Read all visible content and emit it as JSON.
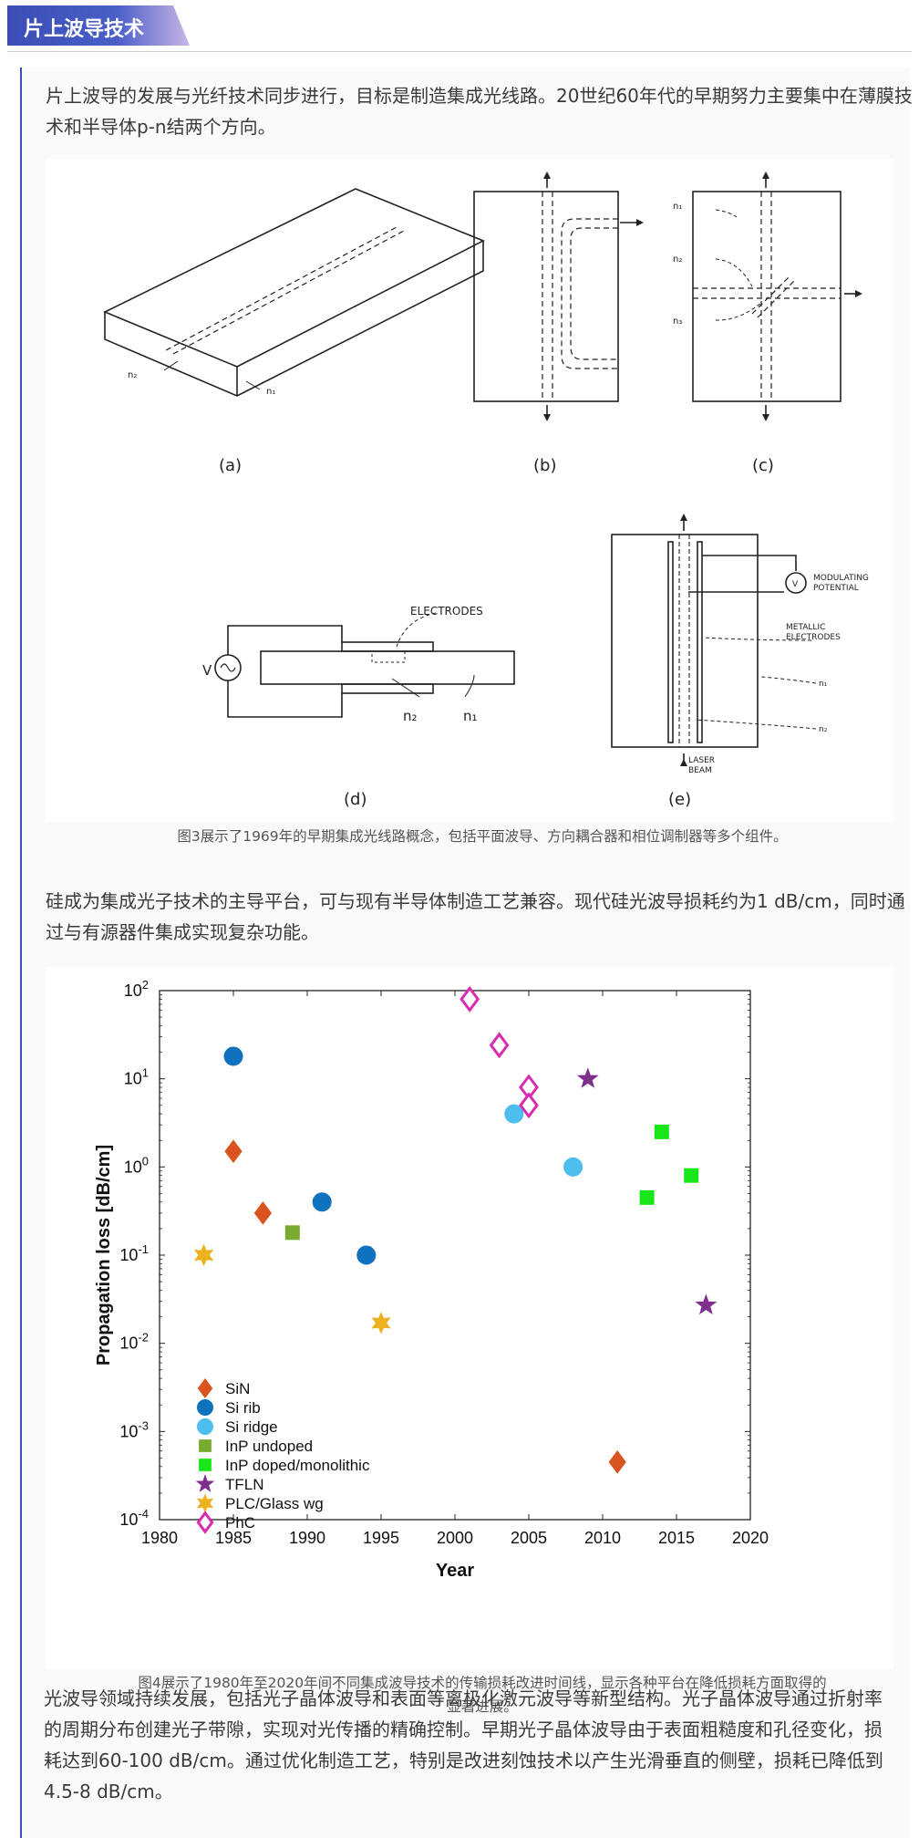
{
  "header": {
    "title": "片上波导技术"
  },
  "paragraphs": {
    "p1": "片上波导的发展与光纤技术同步进行，目标是制造集成光线路。20世纪60年代的早期努力主要集中在薄膜技术和半导体p-n结两个方向。",
    "p2": "硅成为集成光子技术的主导平台，可与现有半导体制造工艺兼容。现代硅光波导损耗约为1 dB/cm，同时通过与有源器件集成实现复杂功能。",
    "p3": "光波导领域持续发展，包括光子晶体波导和表面等离极化激元波导等新型结构。光子晶体波导通过折射率的周期分布创建光子带隙，实现对光传播的精确控制。早期光子晶体波导由于表面粗糙度和孔径变化，损耗达到60-100 dB/cm。通过优化制造工艺，特别是改进刻蚀技术以产生光滑垂直的侧壁，损耗已降低到4.5-8 dB/cm。"
  },
  "figure3": {
    "caption": "图3展示了1969年的早期集成光线路概念，包括平面波导、方向耦合器和相位调制器等多个组件。",
    "panel_labels": [
      "(a)",
      "(b)",
      "(c)",
      "(d)",
      "(e)"
    ],
    "labels": {
      "n1": "n₁",
      "n2": "n₂",
      "n3": "n₃",
      "electrodes": "ELECTRODES",
      "v": "V",
      "modulating_1": "MODULATING",
      "modulating_2": "POTENTIAL",
      "metallic_1": "METALLIC",
      "metallic_2": "ELECTRODES",
      "laser_1": "LASER",
      "laser_2": "BEAM",
      "v_small": "V"
    }
  },
  "figure4": {
    "caption_line1": "图4展示了1980年至2020年间不同集成波导技术的传输损耗改进时间线，显示各种平台在降低损耗方面取得的",
    "caption_line2": "显著进展。"
  },
  "chart_data": {
    "type": "scatter",
    "title": "",
    "xlabel": "Year",
    "ylabel": "Propagation loss [dB/cm]",
    "xlim": [
      1980,
      2020
    ],
    "ylim": [
      0.0001,
      100
    ],
    "yscale": "log",
    "x_ticks": [
      "1980",
      "1985",
      "1990",
      "1995",
      "2000",
      "2005",
      "2010",
      "2015",
      "2020"
    ],
    "y_ticks": [
      "10-4",
      "10-3",
      "10-2",
      "10-1",
      "100",
      "101",
      "102"
    ],
    "legend_position": "bottom-left",
    "series": [
      {
        "name": "SiN",
        "marker": "diamond",
        "color": "#d9541e",
        "fill": true,
        "points": [
          [
            1985,
            1.5
          ],
          [
            1987,
            0.3
          ],
          [
            2011,
            0.00045
          ]
        ]
      },
      {
        "name": "Si rib",
        "marker": "circle",
        "color": "#0e72bd",
        "fill": true,
        "points": [
          [
            1985,
            18
          ],
          [
            1991,
            0.4
          ],
          [
            1994,
            0.1
          ]
        ]
      },
      {
        "name": "Si ridge",
        "marker": "circle",
        "color": "#4dbeee",
        "fill": true,
        "points": [
          [
            2004,
            4
          ],
          [
            2008,
            1
          ]
        ]
      },
      {
        "name": "InP undoped",
        "marker": "square",
        "color": "#78ab30",
        "fill": true,
        "points": [
          [
            1989,
            0.18
          ]
        ]
      },
      {
        "name": "InP doped/monolithic",
        "marker": "square",
        "color": "#19e619",
        "fill": true,
        "points": [
          [
            2013,
            0.45
          ],
          [
            2014,
            2.5
          ],
          [
            2016,
            0.8
          ]
        ]
      },
      {
        "name": "TFLN",
        "marker": "star",
        "color": "#7e2f8e",
        "fill": true,
        "points": [
          [
            2009,
            10
          ],
          [
            2017,
            0.027
          ]
        ]
      },
      {
        "name": "PLC/Glass wg",
        "marker": "hexagram",
        "color": "#edb120",
        "fill": true,
        "points": [
          [
            1983,
            0.1
          ],
          [
            1995,
            0.017
          ]
        ]
      },
      {
        "name": "PhC",
        "marker": "diamond",
        "color": "#d92ab0",
        "fill": false,
        "points": [
          [
            2001,
            80
          ],
          [
            2003,
            24
          ],
          [
            2005,
            8
          ],
          [
            2005,
            5
          ]
        ]
      }
    ]
  }
}
